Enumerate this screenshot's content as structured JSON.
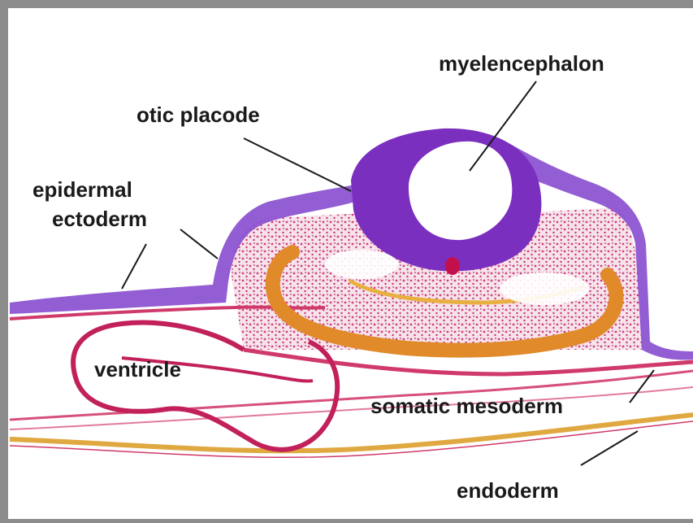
{
  "labels": {
    "myelencephalon": "myelencephalon",
    "otic_placode": "otic placode",
    "epidermal": "epidermal",
    "ectoderm": "ectoderm",
    "ventricle": "ventricle",
    "somatic_mesoderm": "somatic mesoderm",
    "endoderm": "endoderm"
  },
  "colors": {
    "frame": "#8c8c8c",
    "background": "#ffffff",
    "neural_tube": "#7b2fbf",
    "ectoderm": "#8a4fd0",
    "mesoderm": "#d03a6a",
    "heart": "#c2205a",
    "endoderm_band": "#e0a840",
    "gut_band": "#e08a2a"
  }
}
